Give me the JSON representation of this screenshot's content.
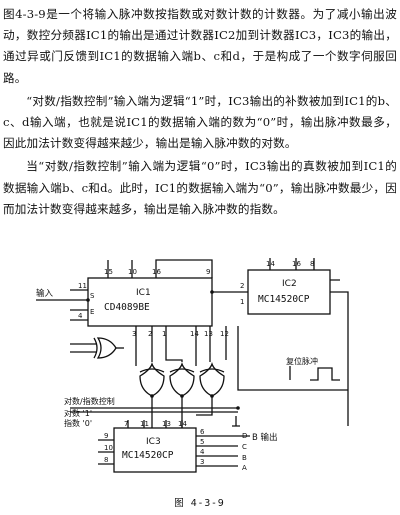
{
  "paragraphs": [
    "图4-3-9是一个将输入脉冲数按指数或对数计数的计数器。为了减小输出波动，数控分频器IC1的输出是通过计数器IC2加到计数器IC3，IC3的输出，通过异或门反馈到IC1的数据输入端b、c和d，于是构成了一个数字伺服回路。",
    "“对数/指数控制”输入端为逻辑“1”时，IC3输出的补数被加到IC1的b、c、d输入端，也就是说IC1的数据输入端的数为“0”时，输出脉冲数最多，因此加法计数变得越来越少，输出是输入脉冲数的对数。",
    "当“对数/指数控制”输入端为逻辑“0”时，IC3输出的真数被加到IC1的数据输入端b、c和d。此时，IC1的数据输入端为“0”，输出脉冲数最少，因而加法计数变得越来越多，输出是输入脉冲数的指数。"
  ],
  "figure": {
    "caption": "图 4-3-9",
    "ic1": {
      "name": "IC1",
      "part": "CD4089BE"
    },
    "ic2": {
      "name": "IC2",
      "part": "MC14520CP"
    },
    "ic3": {
      "name": "IC3",
      "part": "MC14520CP"
    },
    "labels": {
      "input": "输入",
      "control": "对数/指数控制",
      "log_1": "对数 '1'",
      "exp_0": "指数 '0'",
      "output": "B 输出",
      "clock": "复位脉冲"
    },
    "pins": {
      "ic1_top": [
        "15",
        "10",
        "16",
        "9"
      ],
      "ic1_left": [
        "11",
        "S",
        "E",
        "4"
      ],
      "ic1_bottom": [
        "3",
        "2",
        "1",
        "14",
        "13",
        "12"
      ],
      "ic2_top": [
        "14",
        "16",
        "8"
      ],
      "ic2_left": [
        "2",
        "1"
      ],
      "ic3_top": [
        "7",
        "11",
        "13",
        "14"
      ],
      "ic3_left": [
        "9",
        "10",
        "8"
      ],
      "ic3_right": [
        "6",
        "5",
        "4",
        "3"
      ],
      "outputs": [
        "D",
        "C",
        "B",
        "A"
      ]
    }
  }
}
